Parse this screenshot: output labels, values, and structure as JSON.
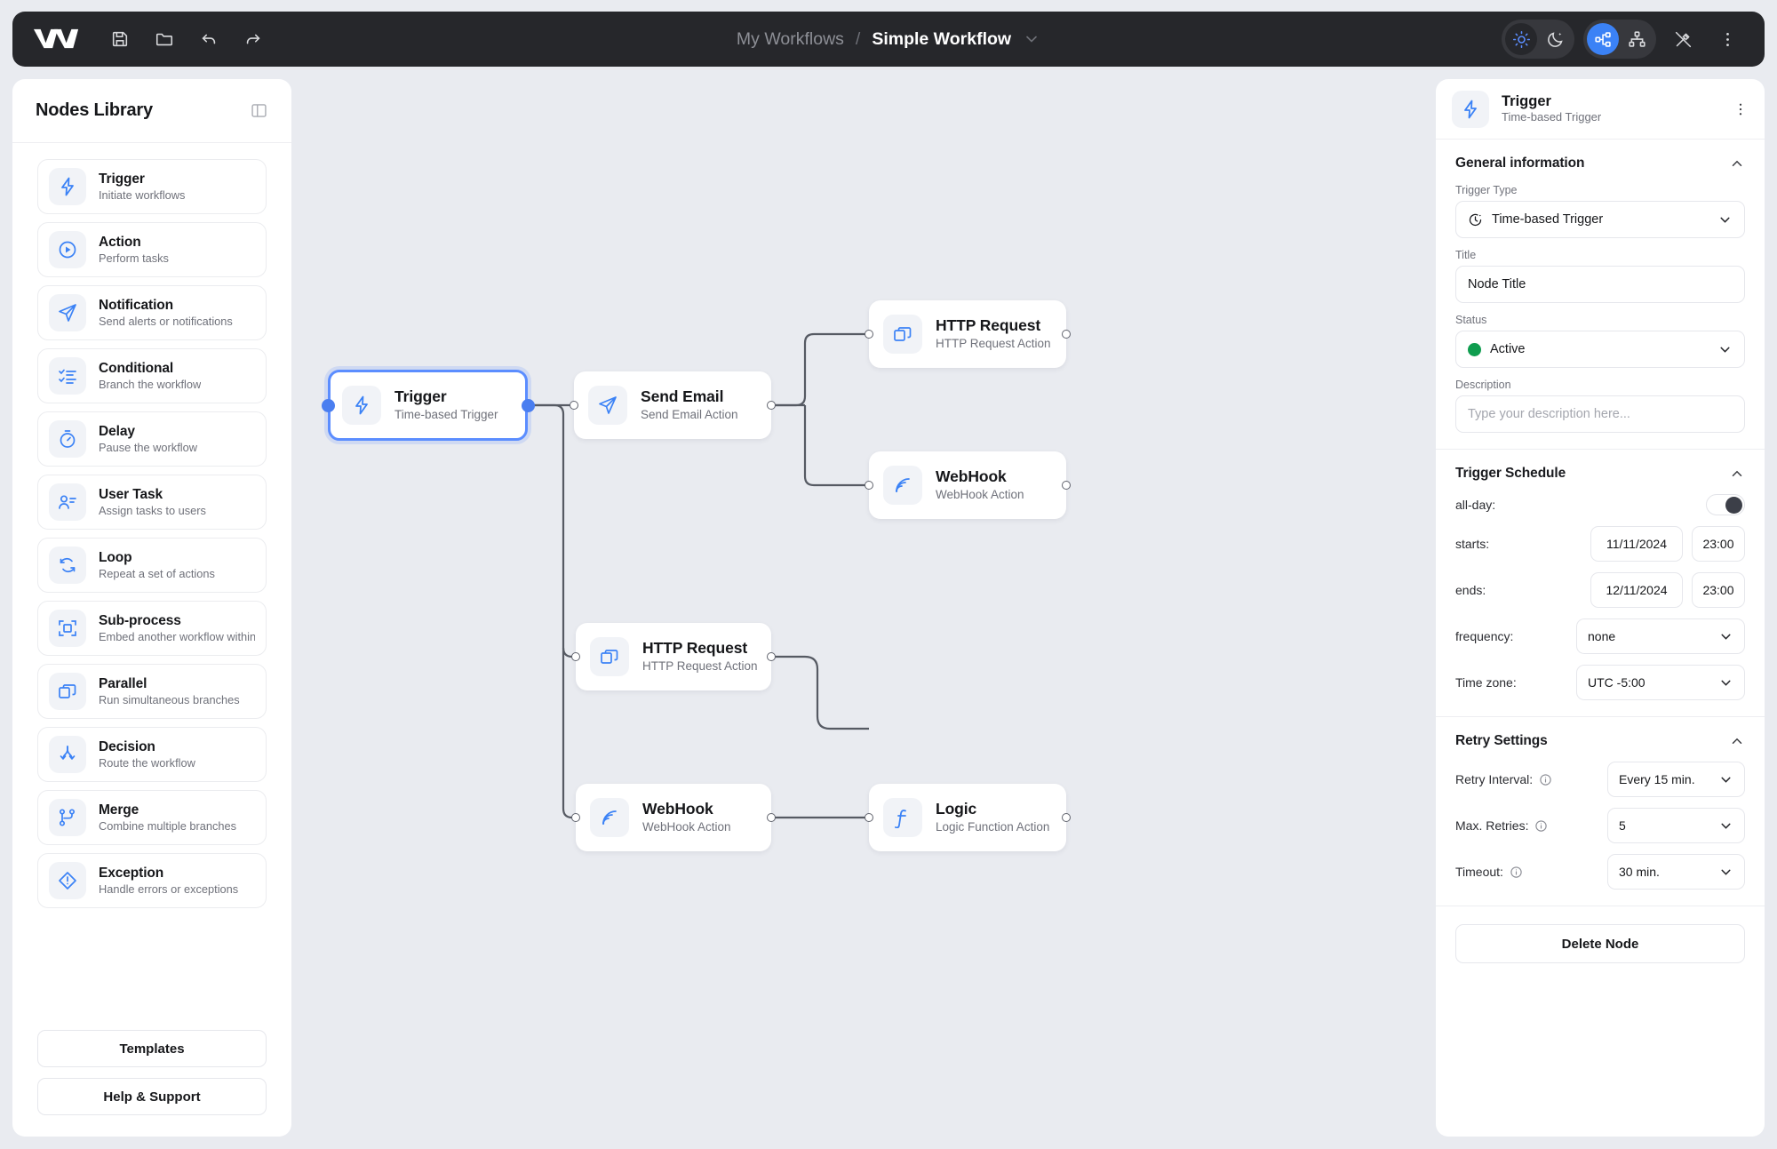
{
  "topbar": {
    "logo_name": "workflow-logo",
    "tools": [
      {
        "name": "save-icon",
        "label": "Save"
      },
      {
        "name": "open-folder-icon",
        "label": "Open"
      },
      {
        "name": "undo-icon",
        "label": "Undo"
      },
      {
        "name": "redo-icon",
        "label": "Redo"
      }
    ],
    "breadcrumb": {
      "parent": "My Workflows",
      "separator": "/",
      "current": "Simple Workflow"
    },
    "right_controls": [
      {
        "name": "light-mode-icon",
        "label": "Light mode",
        "state": "selected"
      },
      {
        "name": "dark-mode-icon",
        "label": "Dark mode",
        "state": "normal"
      },
      {
        "name": "graph-layout-icon",
        "label": "Graph layout",
        "state": "active"
      },
      {
        "name": "tree-layout-icon",
        "label": "Tree layout",
        "state": "normal"
      },
      {
        "name": "magic-wand-off-icon",
        "label": "Auto-arrange off",
        "state": "normal"
      },
      {
        "name": "more-vertical-icon",
        "label": "More options",
        "state": "normal"
      }
    ]
  },
  "sidebar": {
    "title": "Nodes Library",
    "collapse_icon": "panel-collapse-icon",
    "items": [
      {
        "name": "Trigger",
        "desc": "Initiate workflows",
        "icon": "bolt-icon"
      },
      {
        "name": "Action",
        "desc": "Perform tasks",
        "icon": "play-circle-icon"
      },
      {
        "name": "Notification",
        "desc": "Send alerts or notifications",
        "icon": "paper-plane-icon"
      },
      {
        "name": "Conditional",
        "desc": "Branch the workflow",
        "icon": "checklist-icon"
      },
      {
        "name": "Delay",
        "desc": "Pause the workflow",
        "icon": "stopwatch-icon"
      },
      {
        "name": "User Task",
        "desc": "Assign tasks to users",
        "icon": "user-list-icon"
      },
      {
        "name": "Loop",
        "desc": "Repeat a set of actions",
        "icon": "loop-arrows-icon"
      },
      {
        "name": "Sub-process",
        "desc": "Embed another workflow within",
        "icon": "subprocess-frame-icon"
      },
      {
        "name": "Parallel",
        "desc": "Run simultaneous branches",
        "icon": "stacked-squares-icon"
      },
      {
        "name": "Decision",
        "desc": "Route the workflow",
        "icon": "split-arrows-icon"
      },
      {
        "name": "Merge",
        "desc": "Combine multiple branches",
        "icon": "merge-branch-icon"
      },
      {
        "name": "Exception",
        "desc": "Handle errors or exceptions",
        "icon": "diamond-alert-icon"
      }
    ],
    "buttons": [
      {
        "label": "Templates",
        "name": "templates-button"
      },
      {
        "label": "Help & Support",
        "name": "help-support-button"
      }
    ]
  },
  "canvas": {
    "nodes": [
      {
        "id": "trigger",
        "name": "Trigger",
        "desc": "Time-based Trigger",
        "icon": "bolt-icon",
        "selected": true
      },
      {
        "id": "send-email",
        "name": "Send Email",
        "desc": "Send Email Action",
        "icon": "paper-plane-icon",
        "selected": false
      },
      {
        "id": "http-request-top",
        "name": "HTTP Request",
        "desc": "HTTP Request Action",
        "icon": "stacked-squares-icon",
        "selected": false
      },
      {
        "id": "webhook-top",
        "name": "WebHook",
        "desc": "WebHook Action",
        "icon": "signal-icon",
        "selected": false
      },
      {
        "id": "http-request-mid",
        "name": "HTTP Request",
        "desc": "HTTP Request Action",
        "icon": "stacked-squares-icon",
        "selected": false
      },
      {
        "id": "webhook-bottom",
        "name": "WebHook",
        "desc": "WebHook Action",
        "icon": "signal-icon",
        "selected": false
      },
      {
        "id": "logic",
        "name": "Logic",
        "desc": "Logic Function Action",
        "icon": "function-f-icon",
        "selected": false
      }
    ]
  },
  "panel": {
    "header": {
      "title": "Trigger",
      "subtitle": "Time-based Trigger",
      "icon": "bolt-icon",
      "kebab": "more-vertical-icon"
    },
    "general": {
      "title": "General information",
      "trigger_type_label": "Trigger Type",
      "trigger_type_value": "Time-based Trigger",
      "trigger_type_icon": "clock-icon",
      "title_label": "Title",
      "title_value": "Node Title",
      "status_label": "Status",
      "status_value": "Active",
      "status_color": "#0f9d4f",
      "description_label": "Description",
      "description_placeholder": "Type your description here..."
    },
    "schedule": {
      "title": "Trigger Schedule",
      "all_day_label": "all-day:",
      "all_day_on": false,
      "starts_label": "starts:",
      "starts_date": "11/11/2024",
      "starts_time": "23:00",
      "ends_label": "ends:",
      "ends_date": "12/11/2024",
      "ends_time": "23:00",
      "frequency_label": "frequency:",
      "frequency_value": "none",
      "timezone_label": "Time zone:",
      "timezone_value": "UTC -5:00"
    },
    "retry": {
      "title": "Retry Settings",
      "retry_interval_label": "Retry Interval:",
      "retry_interval_value": "Every 15 min.",
      "max_retries_label": "Max. Retries:",
      "max_retries_value": "5",
      "timeout_label": "Timeout:",
      "timeout_value": "30 min."
    },
    "delete_label": "Delete Node"
  },
  "colors": {
    "accent": "#3b82f6",
    "canvas_bg": "#e9ebf0",
    "topbar_bg": "#26272b",
    "status_green": "#0f9d4f",
    "edge": "#565a63"
  }
}
